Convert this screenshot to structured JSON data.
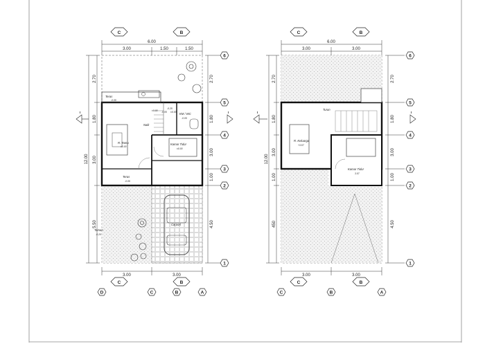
{
  "sheet": {
    "border_color": "#888888",
    "line_color": "#1a1a1a",
    "hatch_color": "#bdbdbd"
  },
  "ground_floor": {
    "dims_top": {
      "total": "6.00",
      "segments": [
        "3.00",
        "1.50",
        "1.50"
      ]
    },
    "dims_bottom": [
      "3.00",
      "3.00"
    ],
    "dims_left": {
      "total": "12.00",
      "segments": [
        "2.70",
        "1.80",
        "3.00",
        "5.50"
      ]
    },
    "dims_right": [
      "2.70",
      "1.80",
      "3.00",
      "1.00",
      "4.50"
    ],
    "axes_top": [
      "C",
      "B"
    ],
    "axes_bottom_marks": [
      "C",
      "B"
    ],
    "axes_bottom": [
      "D",
      "C",
      "B",
      "A"
    ],
    "axes_right": [
      "6",
      "5",
      "4",
      "3",
      "2",
      "1"
    ],
    "section_marks": [
      "I",
      "I"
    ],
    "rooms": {
      "teras_top": {
        "name": "Teras",
        "level": "-0.05"
      },
      "kamar_mandi": {
        "name": "KM / WC",
        "level": "-0.05"
      },
      "naik": "Naik",
      "ruang_tamu": {
        "name": "R. Tamu",
        "level": "±0.00"
      },
      "kamar_tidur": {
        "name": "Kamar Tidur",
        "level": "±0.00"
      },
      "teras_bottom": {
        "name": "Teras",
        "level": "-0.05"
      },
      "carport": "Carport",
      "taman": {
        "name": "Taman",
        "level": "-0.20"
      },
      "small_levels": [
        "±0.00",
        "-0.25",
        "-0.05",
        "±0.00"
      ]
    }
  },
  "upper_floor": {
    "dims_top": {
      "total": "6.00",
      "segments": [
        "3.00",
        "3.00"
      ]
    },
    "dims_bottom": [
      "3.00",
      "3.00"
    ],
    "dims_left": {
      "total": "12.00",
      "segments": [
        "2.70",
        "1.80",
        "3.00",
        "1.00",
        "450"
      ]
    },
    "dims_right": [
      "2.70",
      "1.80",
      "3.00",
      "1.00",
      "4.50"
    ],
    "axes_top": [
      "C",
      "B"
    ],
    "axes_bottom_marks": [
      "C",
      "B"
    ],
    "axes_bottom": [
      "C",
      "B",
      "A"
    ],
    "axes_right": [
      "6",
      "5",
      "4",
      "3",
      "2",
      "1"
    ],
    "section_marks": [
      "I",
      "I"
    ],
    "rooms": {
      "turun": "Turun",
      "ruang_keluarga": {
        "name": "R. Keluarga",
        "level": "+3.57"
      },
      "kamar_tidur": {
        "name": "Kamar Tidur",
        "level": "3.57"
      }
    }
  }
}
